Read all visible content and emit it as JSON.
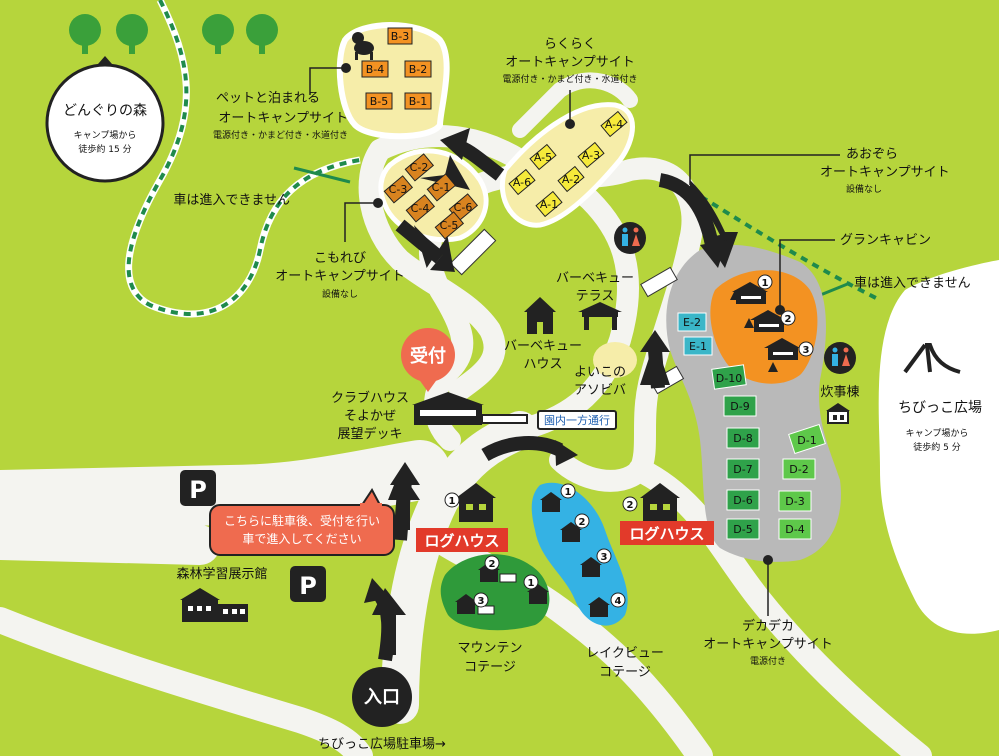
{
  "colors": {
    "grass": "#b6d53c",
    "road": "#f4f4f0",
    "sky_area": "#b9b9b9",
    "orange_area": "#f39222",
    "blue_area": "#34b2e4",
    "green_area": "#2f9a3a",
    "pet_area": "#f6eda9",
    "reception": "#ef6b4f",
    "loghouse": "#e23a2a",
    "ebadge": "#3ab6c8",
    "asite": "#f6ea3a",
    "csite": "#d8831f",
    "bsite": "#f39222",
    "dsite": "#2fa24a",
    "dsite_right": "#5ec84a",
    "fence": "#1f8a4c",
    "dark": "#222222"
  },
  "labels": {
    "donguri_title": "どんぐりの森",
    "donguri_sub1": "キャンプ場から",
    "donguri_sub2": "徒歩約 15 分",
    "pet_l1": "ペットと泊まれる",
    "pet_l2": "オートキャンプサイト",
    "pet_sub": "電源付き・かまど付き・水道付き",
    "rakuraku_l1": "らくらく",
    "rakuraku_l2": "オートキャンプサイト",
    "rakuraku_sub": "電源付き・かまど付き・水道付き",
    "aozora_l1": "あおぞら",
    "aozora_l2": "オートキャンプサイト",
    "aozora_sub": "設備なし",
    "no_car_1": "車は進入できません",
    "no_car_2": "車は進入できません",
    "grancabin": "グランキャビン",
    "komorebi_l1": "こもれび",
    "komorebi_l2": "オートキャンプサイト",
    "komorebi_sub": "設備なし",
    "bbq_terrace_l1": "バーベキュー",
    "bbq_terrace_l2": "テラス",
    "bbq_house_l1": "バーベキュー",
    "bbq_house_l2": "ハウス",
    "yoikono_l1": "よいこの",
    "yoikono_l2": "アソビバ",
    "reception": "受付",
    "clubhouse_l1": "クラブハウス",
    "clubhouse_l2": "そよかぜ",
    "clubhouse_l3": "展望デッキ",
    "one_way": "園内一方通行",
    "kitchen": "炊事棟",
    "chibikko_title": "ちびっこ広場",
    "chibikko_sub1": "キャンプ場から",
    "chibikko_sub2": "徒歩約 5 分",
    "notice_l1": "こちらに駐車後、受付を行い",
    "notice_l2": "車で進入してください",
    "parking": "P",
    "museum": "森林学習展示館",
    "loghouse_left": "ログハウス",
    "loghouse_right": "ログハウス",
    "mountain_l1": "マウンテン",
    "mountain_l2": "コテージ",
    "lakeview_l1": "レイクビュー",
    "lakeview_l2": "コテージ",
    "dekadeka_l1": "デカデカ",
    "dekadeka_l2": "オートキャンプサイト",
    "dekadeka_sub": "電源付き",
    "entrance": "入口",
    "chibikko_parking": "ちびっこ広場駐車場→"
  },
  "sites": {
    "B": [
      "B-3",
      "B-4",
      "B-2",
      "B-5",
      "B-1"
    ],
    "C": [
      "C-2",
      "C-3",
      "C-1",
      "C-4",
      "C-6",
      "C-5"
    ],
    "A": [
      "A-4",
      "A-5",
      "A-3",
      "A-6",
      "A-2",
      "A-1"
    ],
    "E": [
      "E-2",
      "E-1"
    ],
    "D_left": [
      "D-10",
      "D-9",
      "D-8",
      "D-7",
      "D-6",
      "D-5"
    ],
    "D_right": [
      "D-1",
      "D-2",
      "D-3",
      "D-4"
    ]
  },
  "numbers": {
    "n1": "1",
    "n2": "2",
    "n3": "3",
    "n4": "4"
  },
  "icons": [
    "tree-icon",
    "dog-icon",
    "restroom-icon",
    "cabin-icon",
    "log-house-icon",
    "slide-icon",
    "parking-icon",
    "campfire-icon"
  ]
}
